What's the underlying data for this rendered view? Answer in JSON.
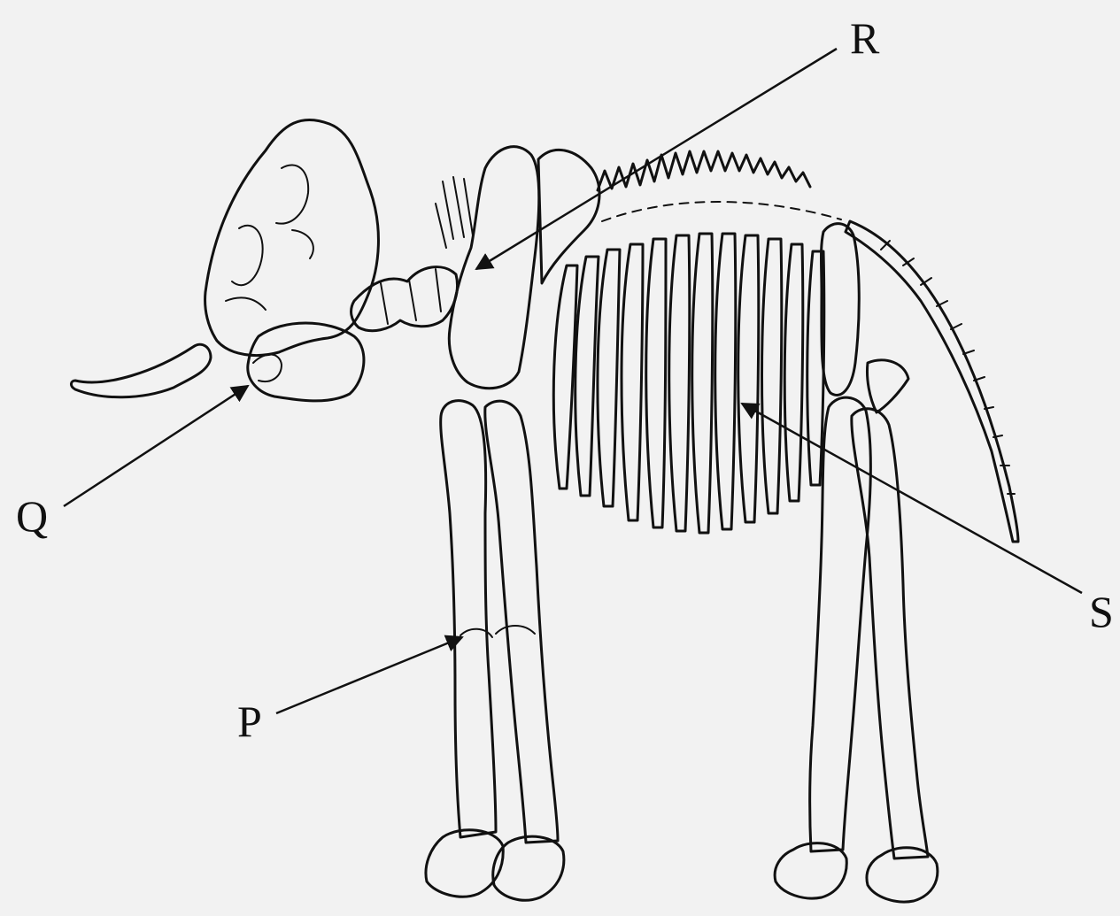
{
  "labels": {
    "P": "P",
    "Q": "Q",
    "R": "R",
    "S": "S"
  },
  "colors": {
    "background": "#f2f2f2",
    "ink": "#111111"
  }
}
